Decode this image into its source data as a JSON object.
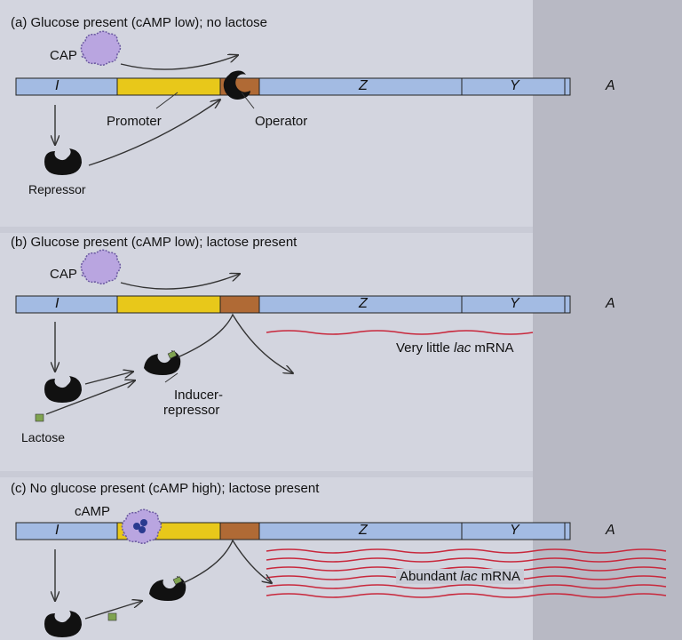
{
  "panels": [
    {
      "title": "(a) Glucose present (cAMP low); no lactose",
      "cap_label": "CAP",
      "promoter_label": "Promoter",
      "operator_label": "Operator",
      "repressor_label": "Repressor"
    },
    {
      "title": "(b) Glucose present (cAMP low); lactose present",
      "cap_label": "CAP",
      "mrna_label_prefix": "Very little ",
      "mrna_label_gene": "lac",
      "mrna_label_suffix": " mRNA",
      "inducer_label_1": "Inducer-",
      "inducer_label_2": "repressor",
      "lactose_label": "Lactose"
    },
    {
      "title": "(c) No glucose present (cAMP high); lactose present",
      "camp_label": "cAMP",
      "mrna_label_prefix": "Abundant ",
      "mrna_label_gene": "lac",
      "mrna_label_suffix": " mRNA"
    }
  ],
  "genes": {
    "i": "I",
    "z": "Z",
    "y": "Y",
    "a": "A"
  },
  "colors": {
    "dna": "#a3bbe3",
    "promoter": "#e8c81a",
    "operator": "#b06a35",
    "cap": "#b9a5e0",
    "repressor": "#111111",
    "mrna": "#c8283c",
    "lactose": "#7fa350"
  }
}
